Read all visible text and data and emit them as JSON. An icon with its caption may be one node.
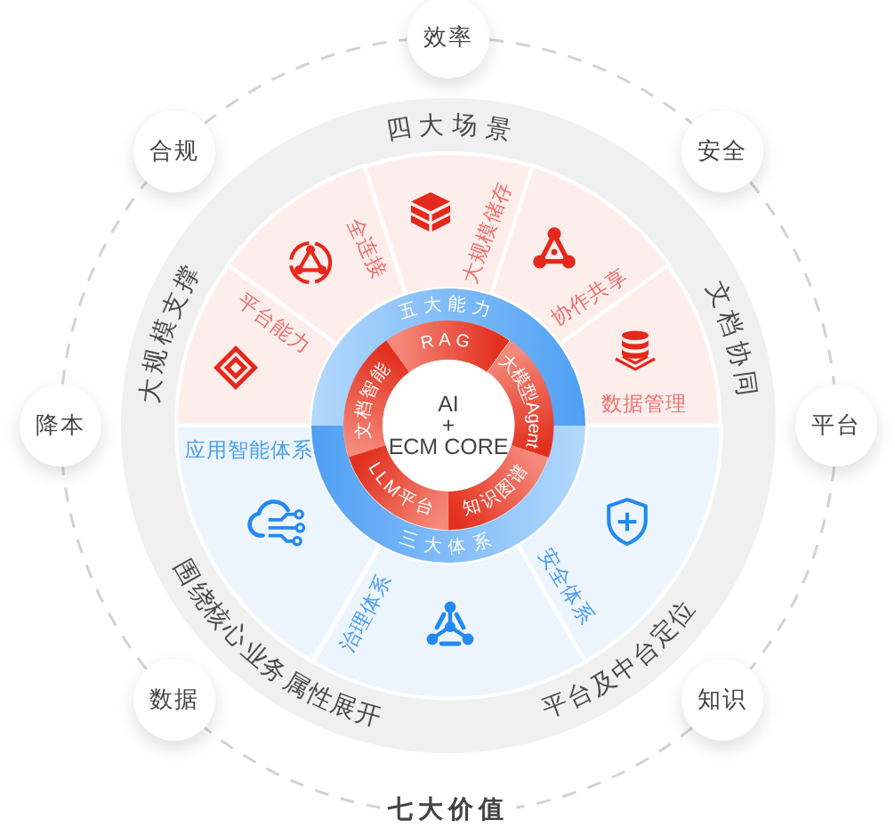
{
  "diagram": {
    "nodes": [
      {
        "text": [
          "效率"
        ]
      },
      {
        "text": [
          "合规"
        ]
      },
      {
        "text": [
          "安全"
        ]
      },
      {
        "text": [
          "降本"
        ]
      },
      {
        "text": [
          "平台"
        ]
      },
      {
        "text": [
          "数据"
        ]
      },
      {
        "text": [
          "知识"
        ]
      },
      {
        "text": [
          "七大价值"
        ]
      },
      {
        "text": [
          "四大场景",
          "大规模支撑",
          "文档协同",
          "围绕核心业务属性展开",
          "平台及中台定位"
        ]
      },
      {
        "text": [
          "平台能力"
        ],
        "in": 8
      },
      {
        "text": [
          "全连接"
        ],
        "in": 8
      },
      {
        "text": [
          "大规模储存"
        ],
        "in": 8
      },
      {
        "text": [
          "协作共享"
        ],
        "in": 8
      },
      {
        "text": [
          "数据管理"
        ],
        "in": 8
      },
      {
        "text": [
          "应用智能体系"
        ],
        "in": 8
      },
      {
        "text": [
          "治理体系"
        ],
        "in": 8
      },
      {
        "text": [
          "安全体系"
        ],
        "in": 8
      },
      {
        "text": [
          "五大能力"
        ],
        "in": 8
      },
      {
        "text": [
          "三大体系"
        ],
        "in": 8
      },
      {
        "text": [
          "文档智能"
        ],
        "in": 8
      },
      {
        "text": [
          "RAG"
        ],
        "in": 8
      },
      {
        "text": [
          "大模型Agent"
        ],
        "in": 8
      },
      {
        "text": [
          "知识图谱"
        ],
        "in": 8
      },
      {
        "text": [
          "LLM平台"
        ],
        "in": 8
      },
      {
        "text": [
          "AI",
          "+",
          "ECM CORE"
        ],
        "in": 8
      }
    ],
    "edges": [
      {
        "from": 0,
        "to": 2,
        "arrow": "none",
        "style": "dashed"
      },
      {
        "from": 2,
        "to": 4,
        "arrow": "none",
        "style": "dashed"
      },
      {
        "from": 4,
        "to": 6,
        "arrow": "none",
        "style": "dashed"
      },
      {
        "from": 6,
        "to": 7,
        "arrow": "none",
        "style": "dashed"
      },
      {
        "from": 7,
        "to": 5,
        "arrow": "none",
        "style": "dashed"
      },
      {
        "from": 5,
        "to": 3,
        "arrow": "none",
        "style": "dashed"
      },
      {
        "from": 3,
        "to": 1,
        "arrow": "none",
        "style": "dashed"
      },
      {
        "from": 1,
        "to": 0,
        "arrow": "none",
        "style": "dashed"
      }
    ]
  }
}
